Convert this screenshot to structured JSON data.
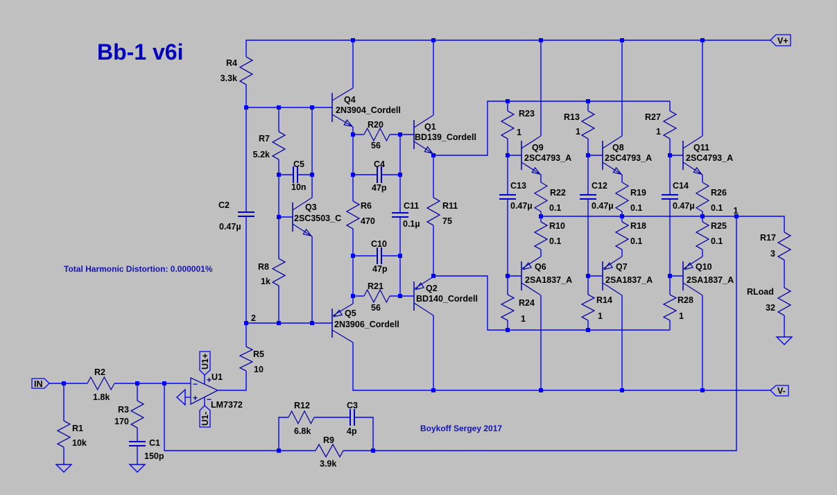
{
  "title": "Bb-1 v6i",
  "annotations": {
    "thd": "Total Harmonic Distortion: 0.000001%",
    "author": "Boykoff Sergey 2017"
  },
  "ports": {
    "vplus": "V+",
    "vminus": "V-",
    "input": "IN",
    "u1_plus": "U1+",
    "u1_minus": "U1-"
  },
  "nodes": {
    "n1": "1",
    "n2": "2"
  },
  "opamp_pins": {
    "inv": "−",
    "noninv": "+",
    "vpos": "+",
    "vneg": "−"
  },
  "components": {
    "R1": {
      "ref": "R1",
      "value": "10k"
    },
    "R2": {
      "ref": "R2",
      "value": "1.8k"
    },
    "R3": {
      "ref": "R3",
      "value": "170"
    },
    "R4": {
      "ref": "R4",
      "value": "3.3k"
    },
    "R5": {
      "ref": "R5",
      "value": "10"
    },
    "R6": {
      "ref": "R6",
      "value": "470"
    },
    "R7": {
      "ref": "R7",
      "value": "5.2k"
    },
    "R8": {
      "ref": "R8",
      "value": "1k"
    },
    "R9": {
      "ref": "R9",
      "value": "3.9k"
    },
    "R10": {
      "ref": "R10",
      "value": "0.1"
    },
    "R11": {
      "ref": "R11",
      "value": "75"
    },
    "R12": {
      "ref": "R12",
      "value": "6.8k"
    },
    "R13": {
      "ref": "R13",
      "value": "1"
    },
    "R14": {
      "ref": "R14",
      "value": "1"
    },
    "R17": {
      "ref": "R17",
      "value": "3"
    },
    "R18": {
      "ref": "R18",
      "value": "0.1"
    },
    "R19": {
      "ref": "R19",
      "value": "0.1"
    },
    "R20": {
      "ref": "R20",
      "value": "56"
    },
    "R21": {
      "ref": "R21",
      "value": "56"
    },
    "R22": {
      "ref": "R22",
      "value": "0.1"
    },
    "R23": {
      "ref": "R23",
      "value": "1"
    },
    "R24": {
      "ref": "R24",
      "value": "1"
    },
    "R25": {
      "ref": "R25",
      "value": "0.1"
    },
    "R26": {
      "ref": "R26",
      "value": "0.1"
    },
    "R27": {
      "ref": "R27",
      "value": "1"
    },
    "R28": {
      "ref": "R28",
      "value": "1"
    },
    "RLoad": {
      "ref": "RLoad",
      "value": "32"
    },
    "C1": {
      "ref": "C1",
      "value": "150p"
    },
    "C2": {
      "ref": "C2",
      "value": "0.47µ"
    },
    "C3": {
      "ref": "C3",
      "value": "4p"
    },
    "C4": {
      "ref": "C4",
      "value": "47p"
    },
    "C5": {
      "ref": "C5",
      "value": "10n"
    },
    "C10": {
      "ref": "C10",
      "value": "47p"
    },
    "C11": {
      "ref": "C11",
      "value": "0.1µ"
    },
    "C12": {
      "ref": "C12",
      "value": "0.47µ"
    },
    "C13": {
      "ref": "C13",
      "value": "0.47µ"
    },
    "C14": {
      "ref": "C14",
      "value": "0.47µ"
    },
    "Q1": {
      "ref": "Q1",
      "value": "BD139_Cordell"
    },
    "Q2": {
      "ref": "Q2",
      "value": "BD140_Cordell"
    },
    "Q3": {
      "ref": "Q3",
      "value": "2SC3503_C"
    },
    "Q4": {
      "ref": "Q4",
      "value": "2N3904_Cordell"
    },
    "Q5": {
      "ref": "Q5",
      "value": "2N3906_Cordell"
    },
    "Q6": {
      "ref": "Q6",
      "value": "2SA1837_A"
    },
    "Q7": {
      "ref": "Q7",
      "value": "2SA1837_A"
    },
    "Q8": {
      "ref": "Q8",
      "value": "2SC4793_A"
    },
    "Q9": {
      "ref": "Q9",
      "value": "2SC4793_A"
    },
    "Q10": {
      "ref": "Q10",
      "value": "2SA1837_A"
    },
    "Q11": {
      "ref": "Q11",
      "value": "2SC4793_A"
    },
    "U1": {
      "ref": "U1",
      "value": "LM7372"
    }
  }
}
